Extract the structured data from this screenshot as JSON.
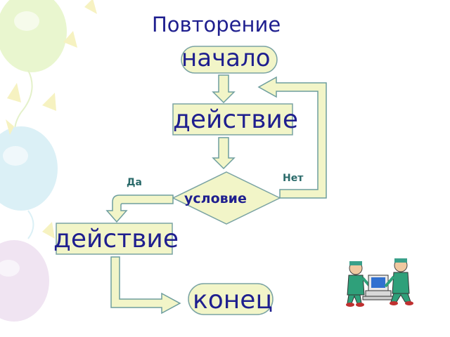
{
  "title": "Повторение",
  "nodes": {
    "start": "начало",
    "action_top": "действие",
    "condition": "условие",
    "action_bottom": "действие",
    "end": "конец"
  },
  "labels": {
    "yes": "Да",
    "no": "Нет"
  },
  "colors": {
    "node_fill": "#f2f5c8",
    "node_stroke": "#7aa3a3",
    "text": "#1f1f8f",
    "arrow_fill": "#f2f5c8",
    "arrow_stroke": "#6e9e9e"
  },
  "icons": [
    "balloon-decoration",
    "two-people-at-computer-clipart"
  ]
}
